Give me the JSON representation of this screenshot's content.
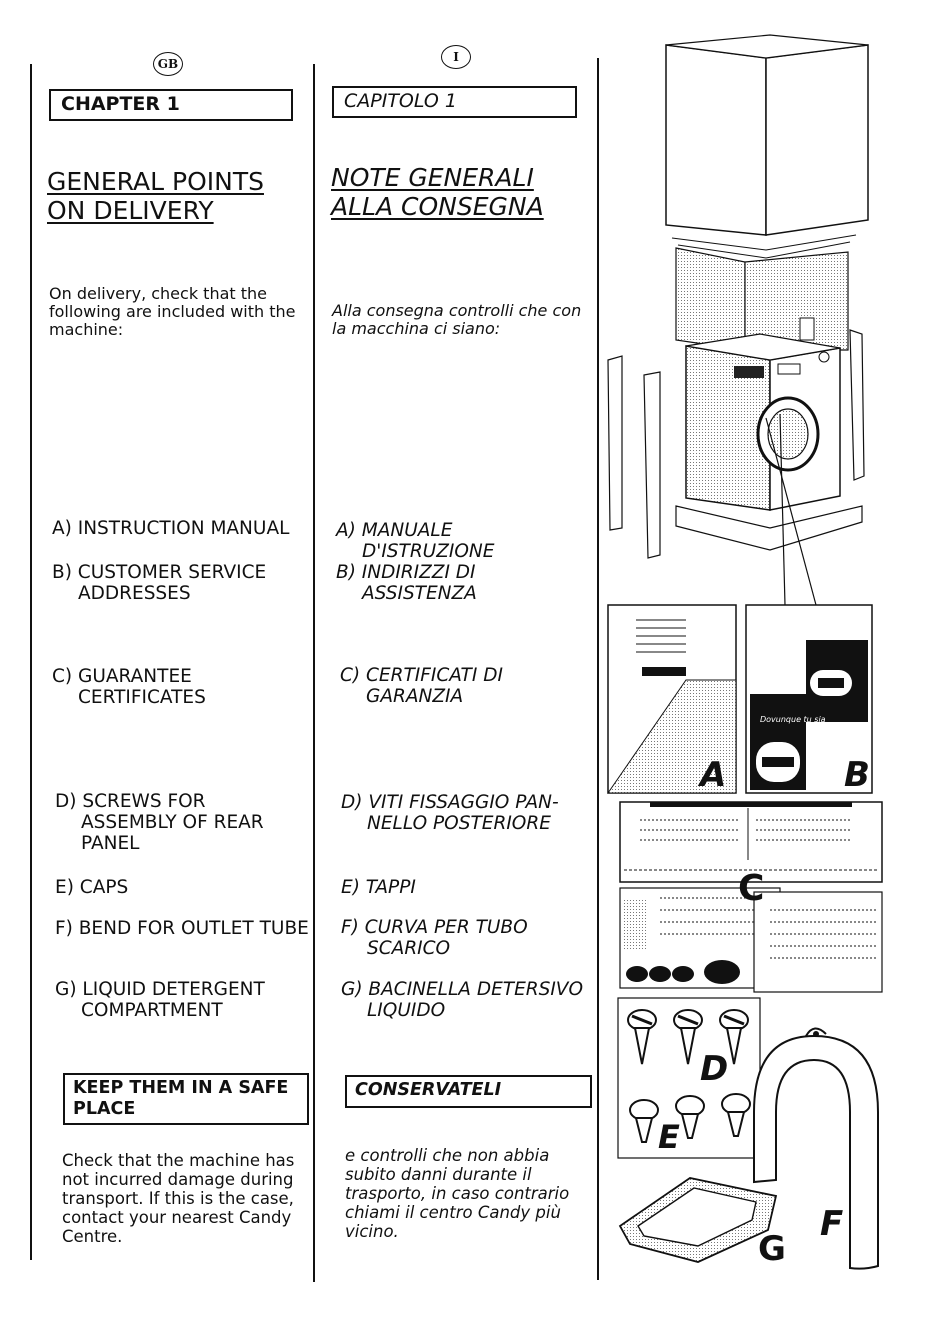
{
  "english": {
    "lang_badge": "GB",
    "chapter": "CHAPTER 1",
    "title_line1": "GENERAL POINTS",
    "title_line2": "ON DELIVERY",
    "intro": "On delivery, check that the following are included with the machine:",
    "items": [
      {
        "l1": "A) INSTRUCTION MANUAL",
        "l2": ""
      },
      {
        "l1": "B) CUSTOMER SERVICE",
        "l2": "ADDRESSES"
      },
      {
        "l1": "C) GUARANTEE",
        "l2": "CERTIFICATES"
      },
      {
        "l1": "D) SCREWS FOR",
        "l2": "ASSEMBLY OF REAR",
        "l3": "PANEL"
      },
      {
        "l1": "E) CAPS",
        "l2": ""
      },
      {
        "l1": "F) BEND FOR OUTLET TUBE",
        "l2": ""
      },
      {
        "l1": "G) LIQUID DETERGENT",
        "l2": "COMPARTMENT"
      }
    ],
    "keep_label": "KEEP THEM IN A SAFE PLACE",
    "closing": "Check that the machine has not incurred damage during transport. If this is the case, contact your nearest Candy Centre."
  },
  "italian": {
    "lang_badge": "I",
    "chapter": "CAPITOLO 1",
    "title_line1": "NOTE GENERALI",
    "title_line2": "ALLA CONSEGNA",
    "intro": "Alla consegna controlli che con la macchina ci siano:",
    "items": [
      {
        "l1": "A) MANUALE",
        "l2": "D'ISTRUZIONE"
      },
      {
        "l1": "B) INDIRIZZI DI",
        "l2": "ASSISTENZA"
      },
      {
        "l1": "C) CERTIFICATI DI",
        "l2": "GARANZIA"
      },
      {
        "l1": "D) VITI FISSAGGIO PAN-",
        "l2": "NELLO POSTERIORE"
      },
      {
        "l1": "E) TAPPI",
        "l2": ""
      },
      {
        "l1": "F) CURVA PER TUBO",
        "l2": "SCARICO"
      },
      {
        "l1": "G) BACINELLA DETERSIVO",
        "l2": "LIQUIDO"
      }
    ],
    "keep_label": "CONSERVATELI",
    "closing": "e controlli che non abbia subito danni durante il trasporto, in caso contrario chiami il centro Candy più vicino."
  },
  "illustration": {
    "label_a": "A",
    "label_b": "B",
    "label_c": "C",
    "label_d": "D",
    "label_e": "E",
    "label_f": "F",
    "label_g": "G",
    "booklet_text": "Dovunque tu sia"
  }
}
